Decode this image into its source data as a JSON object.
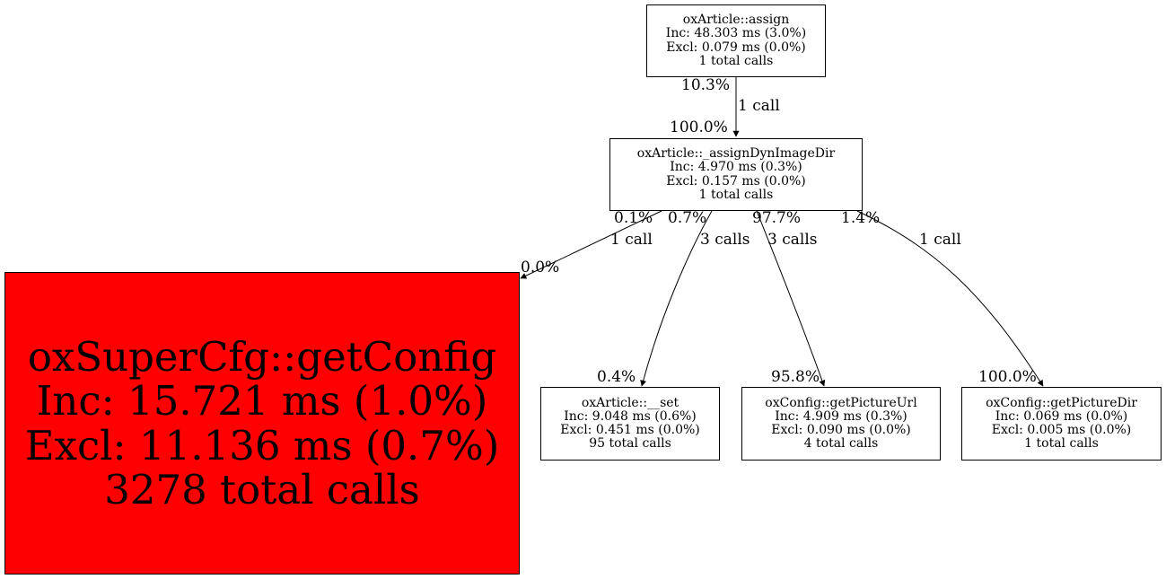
{
  "nodes": {
    "assign": {
      "name": "oxArticle::assign",
      "inc": "Inc: 48.303 ms (3.0%)",
      "excl": "Excl: 0.079 ms (0.0%)",
      "calls": "1 total calls"
    },
    "assign_dyn": {
      "name": "oxArticle::_assignDynImageDir",
      "inc": "Inc: 4.970 ms (0.3%)",
      "excl": "Excl: 0.157 ms (0.0%)",
      "calls": "1 total calls"
    },
    "get_config": {
      "name": "oxSuperCfg::getConfig",
      "inc": "Inc: 15.721 ms (1.0%)",
      "excl": "Excl: 11.136 ms (0.7%)",
      "calls": "3278 total calls",
      "color": "#ff0000"
    },
    "set": {
      "name": "oxArticle::__set",
      "inc": "Inc: 9.048 ms (0.6%)",
      "excl": "Excl: 0.451 ms (0.0%)",
      "calls": "95 total calls"
    },
    "picture_url": {
      "name": "oxConfig::getPictureUrl",
      "inc": "Inc: 4.909 ms (0.3%)",
      "excl": "Excl: 0.090 ms (0.0%)",
      "calls": "4 total calls"
    },
    "picture_dir": {
      "name": "oxConfig::getPictureDir",
      "inc": "Inc: 0.069 ms (0.0%)",
      "excl": "Excl: 0.005 ms (0.0%)",
      "calls": "1 total calls"
    }
  },
  "edges": [
    {
      "from": "assign",
      "to": "assign_dyn",
      "calls": "1 call",
      "from_pct": "10.3%",
      "to_pct": "100.0%"
    },
    {
      "from": "assign_dyn",
      "to": "get_config",
      "calls": "1 call",
      "from_pct": "0.1%",
      "to_pct": "0.0%"
    },
    {
      "from": "assign_dyn",
      "to": "set",
      "calls": "3 calls",
      "from_pct": "0.7%",
      "to_pct": "0.4%"
    },
    {
      "from": "assign_dyn",
      "to": "picture_url",
      "calls": "3 calls",
      "from_pct": "97.7%",
      "to_pct": "95.8%"
    },
    {
      "from": "assign_dyn",
      "to": "picture_dir",
      "calls": "1 call",
      "from_pct": "1.4%",
      "to_pct": "100.0%"
    }
  ]
}
